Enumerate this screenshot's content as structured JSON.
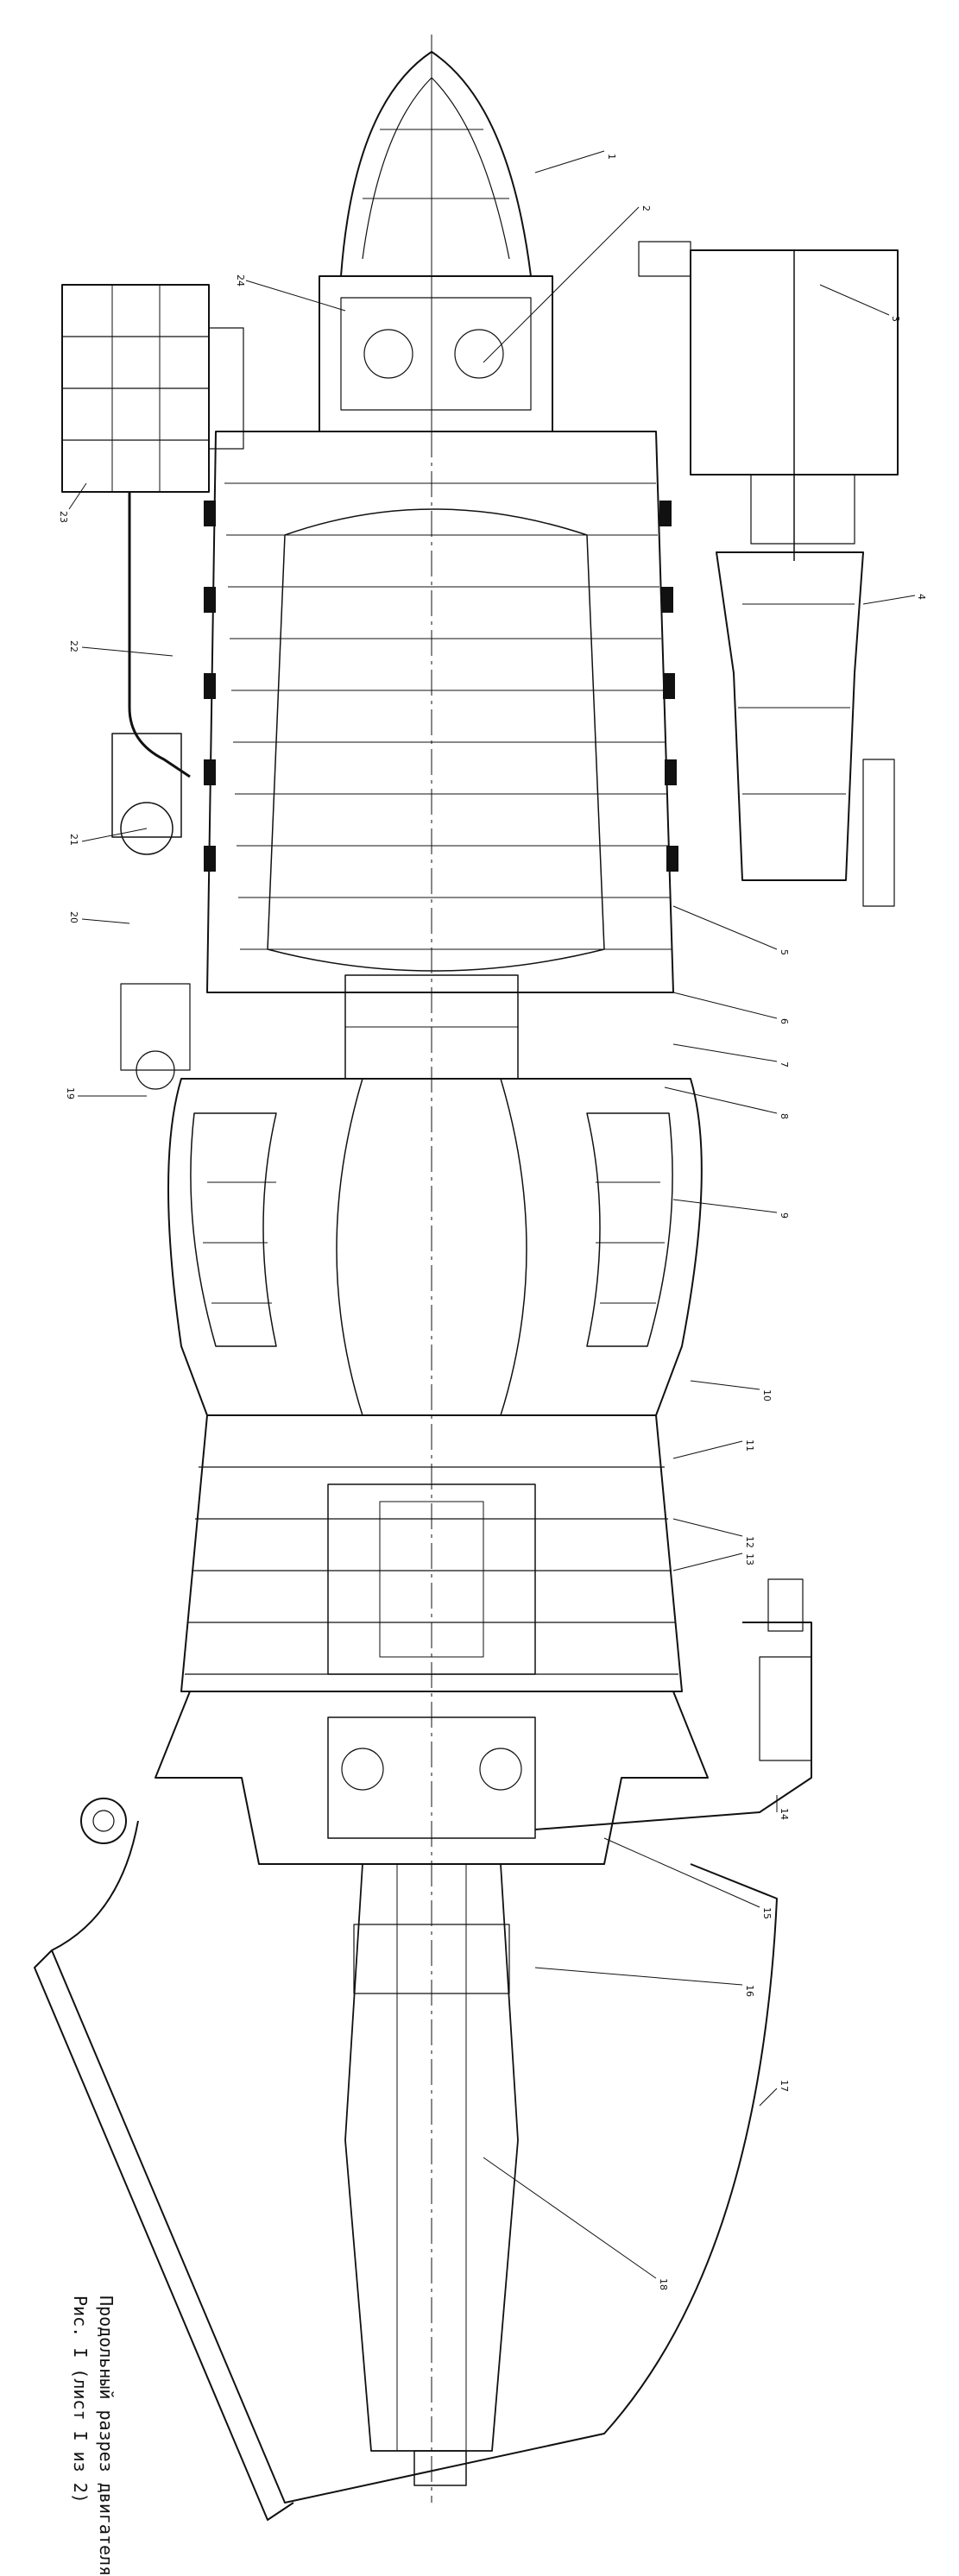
{
  "caption": {
    "title": "Продольный разрез двигателя",
    "subtitle": "Рис. I (лист I из 2)"
  },
  "callouts": {
    "right": [
      "1",
      "2",
      "3",
      "4",
      "5",
      "6",
      "7",
      "8",
      "9",
      "10",
      "11",
      "12",
      "13",
      "14",
      "15",
      "16",
      "17",
      "18"
    ],
    "left": [
      "19",
      "20",
      "21",
      "22",
      "23",
      "24"
    ]
  }
}
